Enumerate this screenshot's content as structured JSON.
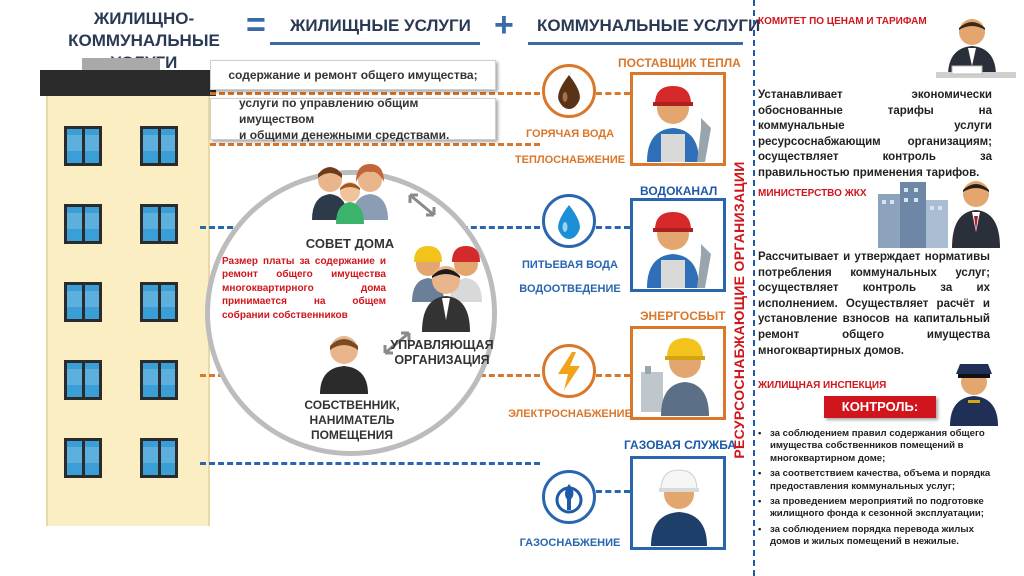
{
  "header": {
    "title": "ЖИЛИЩНО-\nКОММУНАЛЬНЫЕ УСЛУГИ",
    "equals": "=",
    "housing": "ЖИЛИЩНЫЕ УСЛУГИ",
    "plus": "+",
    "communal": "КОММУНАЛЬНЫЕ УСЛУГИ"
  },
  "housing_services": [
    "содержание и ремонт общего имущества;",
    "услуги по управлению общим имуществом\nи общими денежными средствами."
  ],
  "circle": {
    "council": "СОВЕТ ДОМА",
    "note": "Размер платы за содержание и ремонт общего имущества многоквартирного дома принимается на общем собрании собственников",
    "management": "УПРАВЛЯЮЩАЯ\nОРГАНИЗАЦИЯ",
    "owner": "СОБСТВЕННИК,\nНАНИМАТЕЛЬ ПОМЕЩЕНИЯ"
  },
  "resources": [
    {
      "label": "ГОРЯЧАЯ ВОДА",
      "label2": "ТЕПЛОСНАБЖЕНИЕ",
      "org": "ПОСТАВЩИК ТЕПЛА",
      "color": "#d9772b",
      "icon": "oil-drop-icon"
    },
    {
      "label": "ПИТЬЕВАЯ ВОДА",
      "label2": "ВОДООТВЕДЕНИЕ",
      "org": "ВОДОКАНАЛ",
      "color": "#2a66b0",
      "icon": "water-drop-icon"
    },
    {
      "label": "ЭЛЕКТРОСНАБЖЕНИЕ",
      "label2": "",
      "org": "ЭНЕРГОСБЫТ",
      "color": "#d9772b",
      "icon": "lightning-icon"
    },
    {
      "label": "ГАЗОСНАБЖЕНИЕ",
      "label2": "",
      "org": "ГАЗОВАЯ СЛУЖБА",
      "color": "#2a66b0",
      "icon": "gas-flame-icon"
    }
  ],
  "vertical_label": "РЕСУРСОСНАБЖАЮЩИЕ ОРГАНИЗАЦИИ",
  "right_panel": {
    "committee": {
      "title": "КОМИТЕТ ПО ЦЕНАМ И ТАРИФАМ",
      "text": "Устанавливает экономически обоснованные тарифы на коммунальные услуги ресурсоснабжающим организациям; осуществляет контроль за правильностью применения тарифов."
    },
    "ministry": {
      "title": "МИНИСТЕРСТВО ЖКХ",
      "text": "Рассчитывает и утверждает нормативы потребления коммунальных услуг; осуществляет контроль за их исполнением. Осуществляет расчёт и установление взносов на капитальный ремонт общего имущества многоквартирных домов."
    },
    "inspection": {
      "title": "ЖИЛИЩНАЯ ИНСПЕКЦИЯ",
      "control": "КОНТРОЛЬ:",
      "items": [
        "за соблюдением правил содержания общего имущества собственников помещений в многоквартирном доме;",
        "за соответствием качества, объема и порядка предоставления коммунальных услуг;",
        "за проведением мероприятий по подготовке жилищного фонда к сезонной эксплуатации;",
        "за соблюдением порядка перевода жилых домов и жилых помещений в нежилые."
      ]
    }
  },
  "colors": {
    "orange": "#d9772b",
    "blue": "#2a66b0",
    "red": "#d0161c",
    "building": "#fbeec2"
  }
}
